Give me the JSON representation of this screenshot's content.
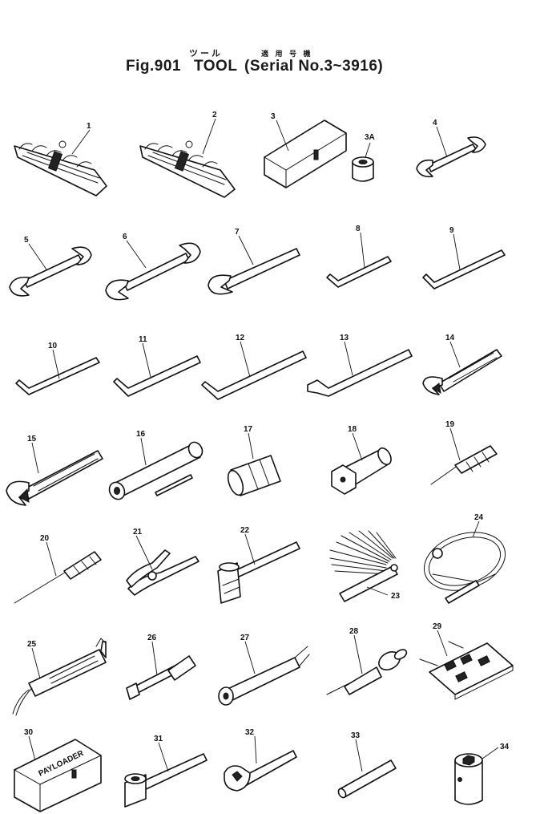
{
  "header": {
    "subtitle_jp": "ツール",
    "serial_jp": "適 用 号 機",
    "fig_label": "Fig.901",
    "title": "TOOL",
    "serial_range": "(Serial No.3~3916)"
  },
  "callouts": [
    "1",
    "2",
    "3",
    "3A",
    "4",
    "5",
    "6",
    "7",
    "8",
    "9",
    "10",
    "11",
    "12",
    "13",
    "14",
    "15",
    "16",
    "17",
    "18",
    "19",
    "20",
    "21",
    "22",
    "23",
    "24",
    "25",
    "26",
    "27",
    "28",
    "29",
    "30",
    "31",
    "32",
    "33",
    "34"
  ],
  "box_label": "PAYLOADER"
}
